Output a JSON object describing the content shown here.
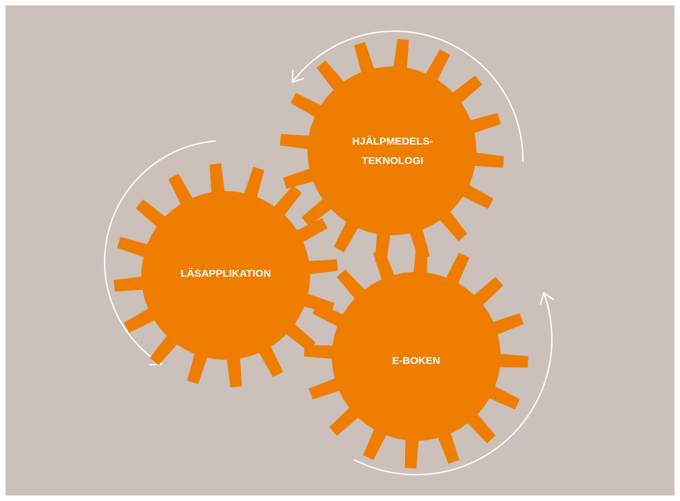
{
  "colors": {
    "background": "#cbc0ba",
    "gear": "#ee7d00",
    "label": "#ffffff",
    "arrow": "#ffffff"
  },
  "gears": [
    {
      "id": "hjalpmedelsteknologi",
      "lines": [
        "HJÄLPMEDELS-",
        "TEKNOLOGI"
      ],
      "teeth": 16
    },
    {
      "id": "lasapplikation",
      "lines": [
        "LÄSAPPLIKATION"
      ],
      "teeth": 16
    },
    {
      "id": "e-boken",
      "lines": [
        "E-BOKEN"
      ],
      "teeth": 16
    }
  ],
  "arrows": [
    {
      "id": "top-right",
      "direction": "counterclockwise"
    },
    {
      "id": "left",
      "direction": "counterclockwise"
    },
    {
      "id": "bottom-right",
      "direction": "counterclockwise"
    }
  ]
}
